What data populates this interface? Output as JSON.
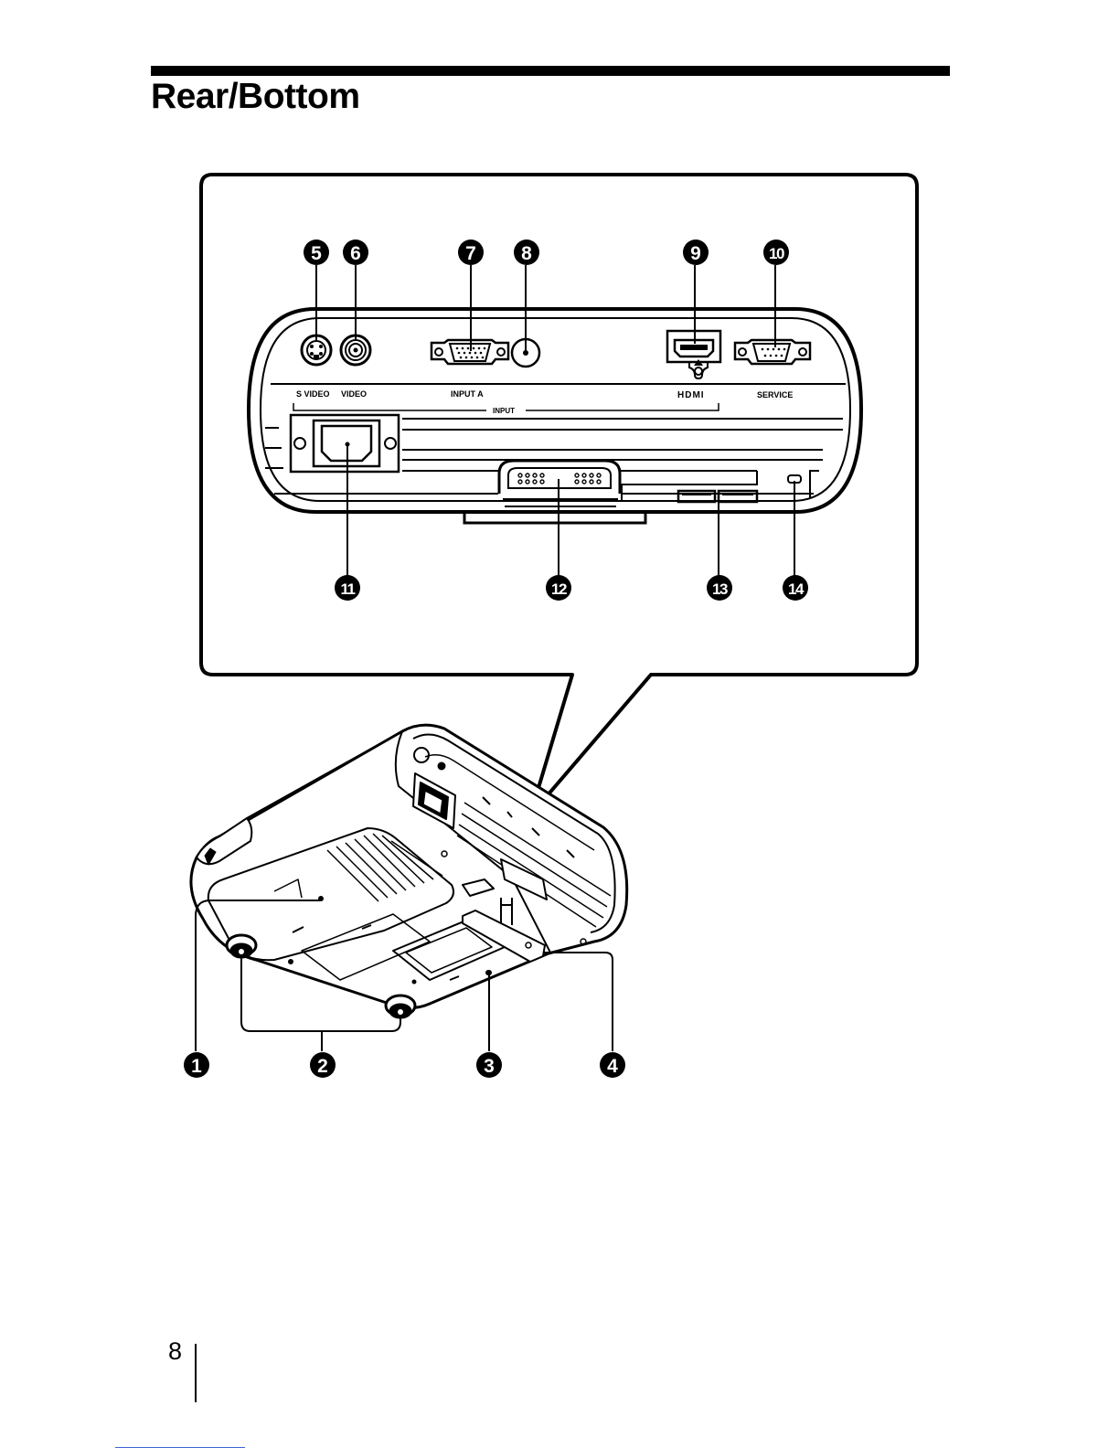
{
  "section": {
    "title": "Rear/Bottom"
  },
  "rear_panel": {
    "jack_labels": {
      "svideo": "S VIDEO",
      "video": "VIDEO",
      "input_a": "INPUT A",
      "hdmi": "HDMI",
      "service": "SERVICE",
      "input_group": "INPUT"
    }
  },
  "callouts": {
    "c1": "1",
    "c2": "2",
    "c3": "3",
    "c4": "4",
    "c5": "5",
    "c6": "6",
    "c7": "7",
    "c8": "8",
    "c9": "9",
    "c10": "10",
    "c11": "11",
    "c12": "12",
    "c13": "13",
    "c14": "14"
  },
  "footer": {
    "page_number": "8"
  },
  "colors": {
    "ink": "#000000",
    "paper": "#ffffff",
    "link_rule": "#3b63d6"
  }
}
